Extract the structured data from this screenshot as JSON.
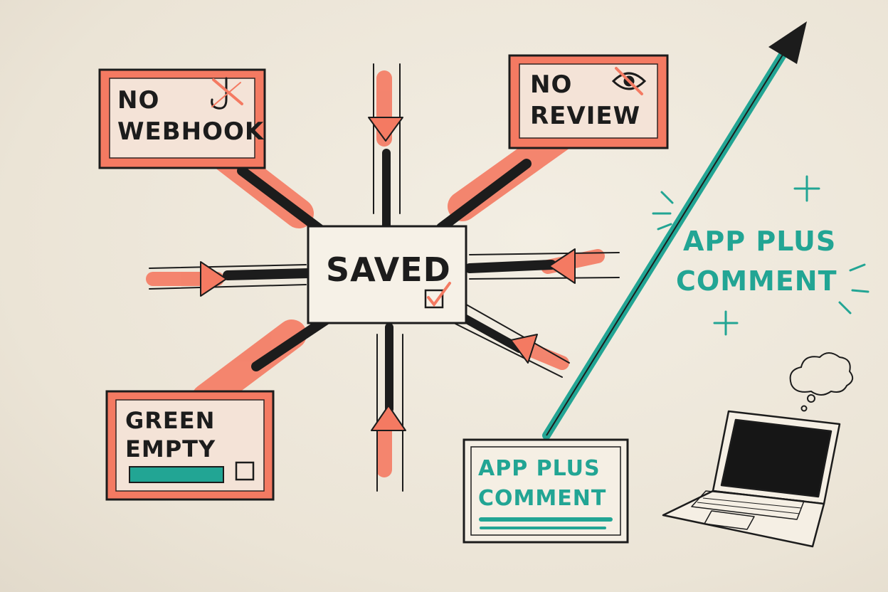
{
  "colors": {
    "paper": "#efe9dc",
    "ink": "#1c1c1c",
    "coral": "#f47a62",
    "teal": "#22a594"
  },
  "center": {
    "label": "SAVED",
    "icon": "checkbox-checked-icon"
  },
  "boxes": {
    "webhook": {
      "line1": "NO",
      "line2": "WEBHOOK",
      "icon": "crossed-hook-icon"
    },
    "review": {
      "line1": "NO",
      "line2": "REVIEW",
      "icon": "crossed-eye-icon"
    },
    "green": {
      "line1": "GREEN",
      "line2": "EMPTY",
      "icon": "empty-checkbox-icon"
    },
    "app": {
      "line1": "APP PLUS",
      "line2": "COMMENT"
    }
  },
  "callout": {
    "line1": "APP PLUS",
    "line2": "COMMENT"
  },
  "decor": {
    "laptop": "laptop-icon",
    "cloud": "thought-cloud-icon",
    "arrow": "up-right-arrow-icon"
  }
}
